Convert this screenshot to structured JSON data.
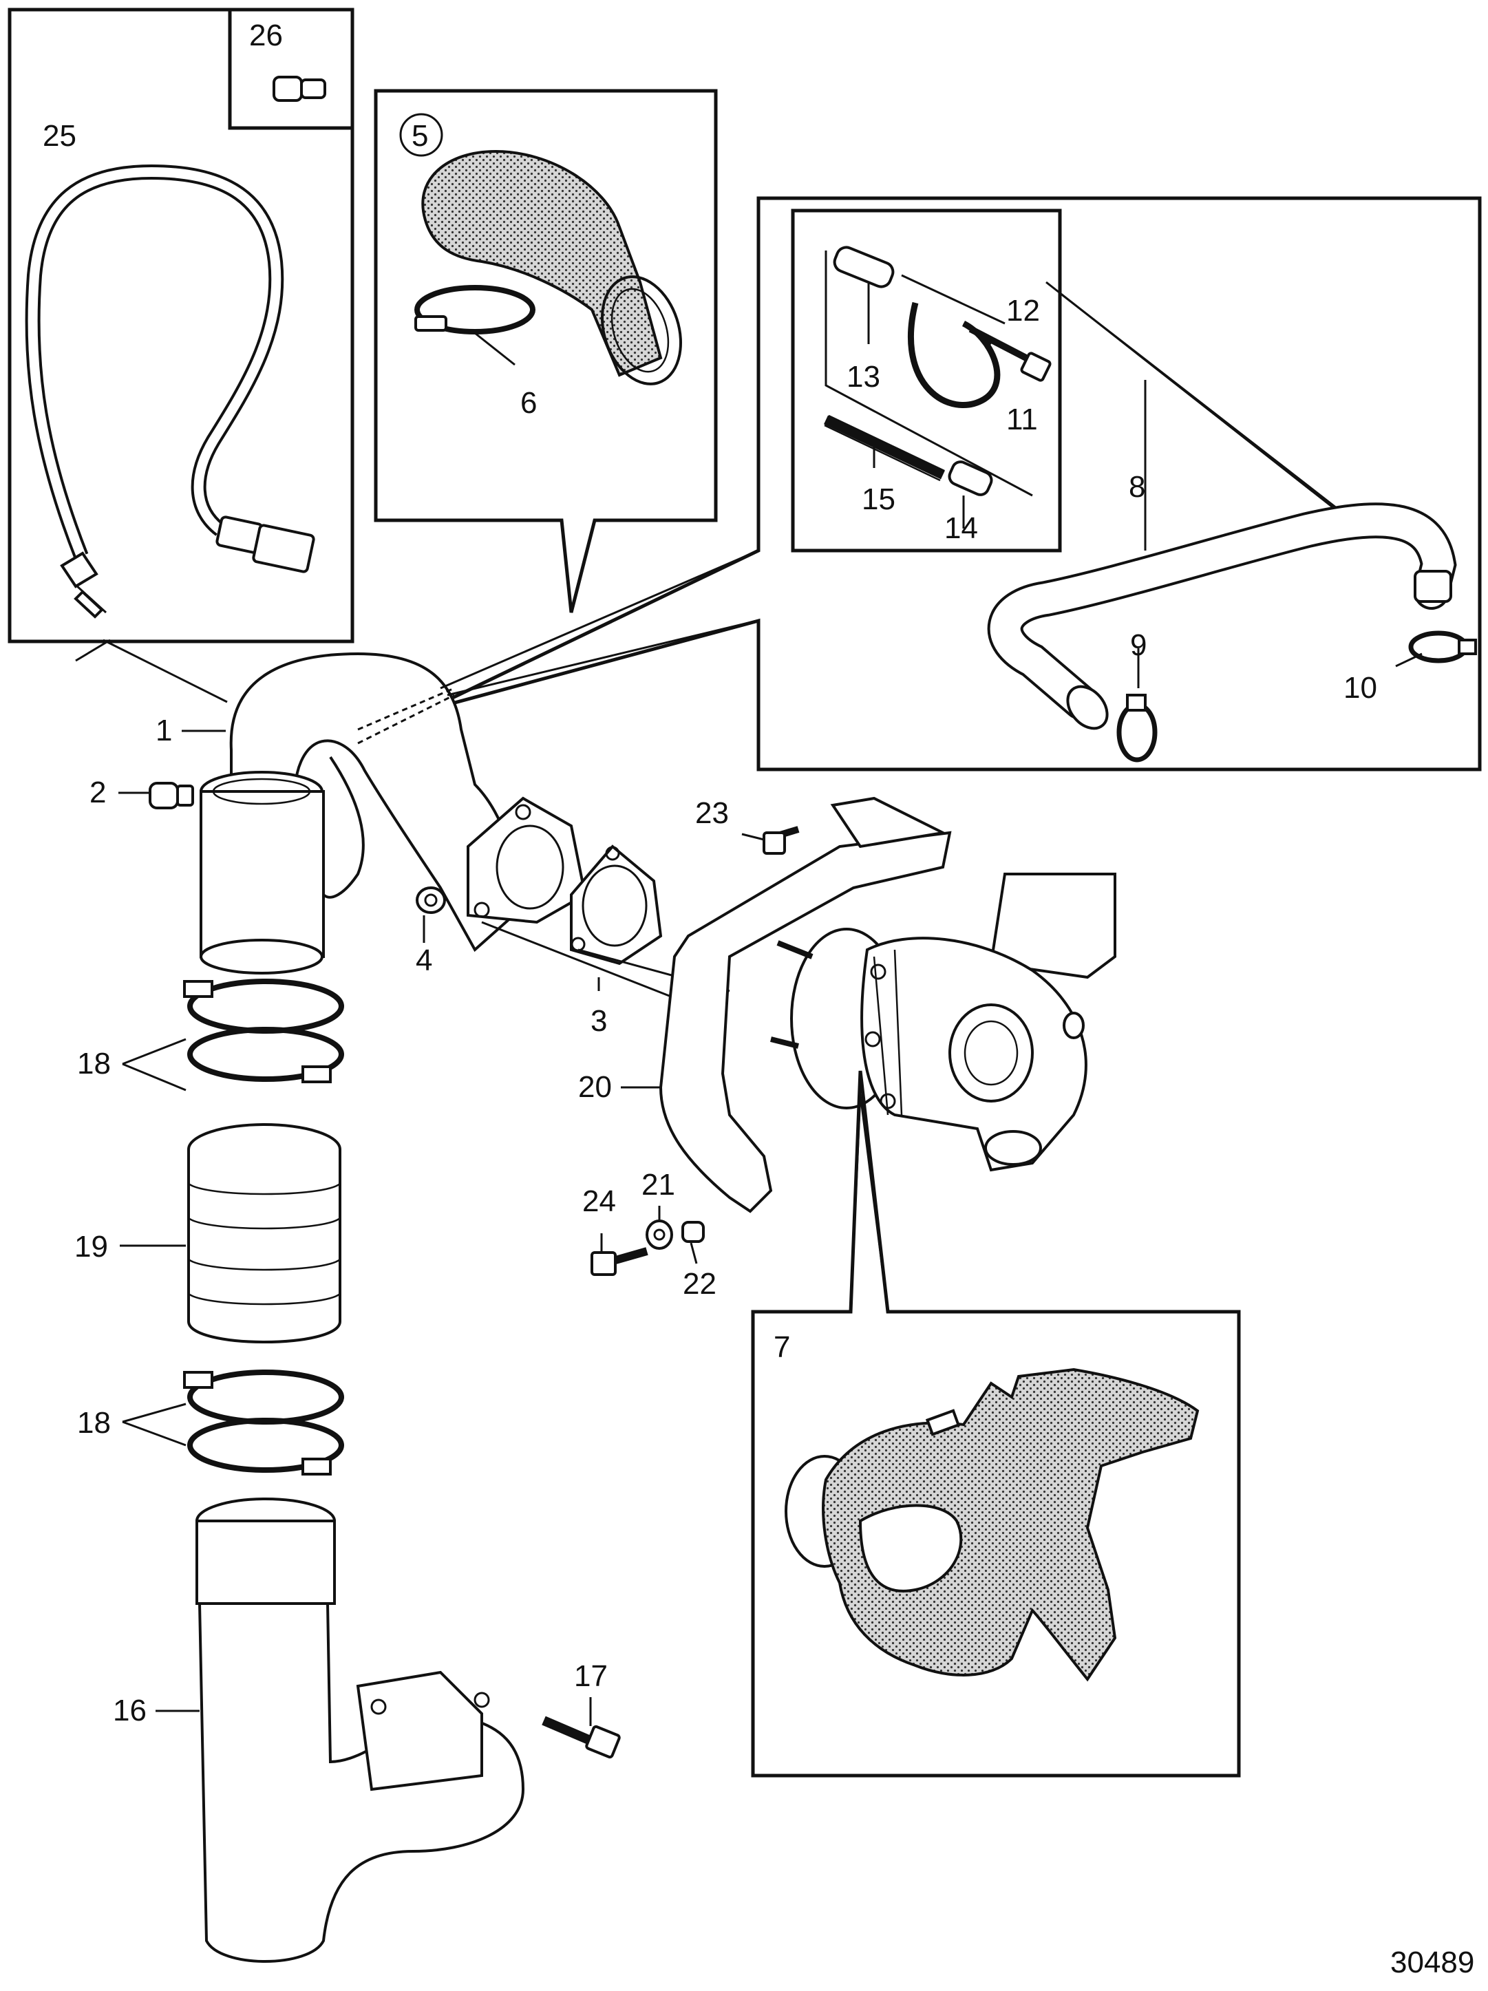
{
  "diagram_id": "30489",
  "callouts": {
    "c1": "1",
    "c2": "2",
    "c3": "3",
    "c4": "4",
    "c5": "5",
    "c6": "6",
    "c7": "7",
    "c8": "8",
    "c9": "9",
    "c10": "10",
    "c11": "11",
    "c12": "12",
    "c13": "13",
    "c14": "14",
    "c15": "15",
    "c16": "16",
    "c17": "17",
    "c18a": "18",
    "c18b": "18",
    "c19": "19",
    "c20": "20",
    "c21": "21",
    "c22": "22",
    "c23": "23",
    "c24": "24",
    "c25": "25",
    "c26": "26"
  },
  "icons": [
    "exhaust-elbow",
    "gasket",
    "turbocharger",
    "heat-shield",
    "hose-clamp",
    "bellows",
    "exhaust-pipe",
    "sensor-cable",
    "bracket",
    "bolt",
    "nut",
    "spacer",
    "stud",
    "coolant-pipe"
  ],
  "colors": {
    "line": "#111111",
    "background": "#ffffff",
    "shield_fill": "#bdbdbd"
  }
}
